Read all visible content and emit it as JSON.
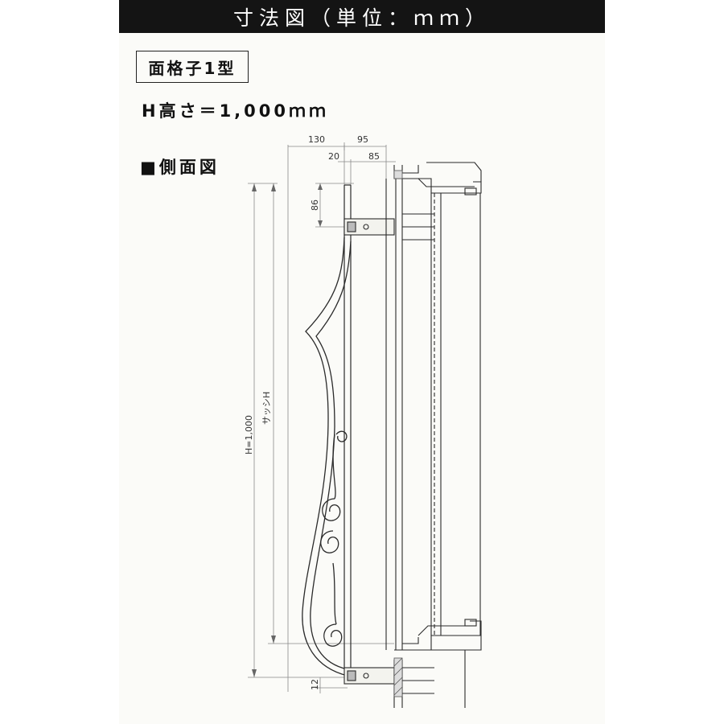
{
  "title": "寸法図（単位：ｍｍ）",
  "model_name": "面格子1型",
  "height_spec": "H高さ＝1,000ｍｍ",
  "side_view_label": "■側面図",
  "dimensions": {
    "top_130": "130",
    "top_95": "95",
    "top_20": "20",
    "top_85": "85",
    "bracket_86": "86",
    "height_total": "H=1,000",
    "sash_height": "サッシH",
    "bottom_12": "12"
  },
  "colors": {
    "title_bar": "#141414",
    "line": "#2a2a2a",
    "dim_line": "#888888",
    "background": "#fbfbf8"
  }
}
